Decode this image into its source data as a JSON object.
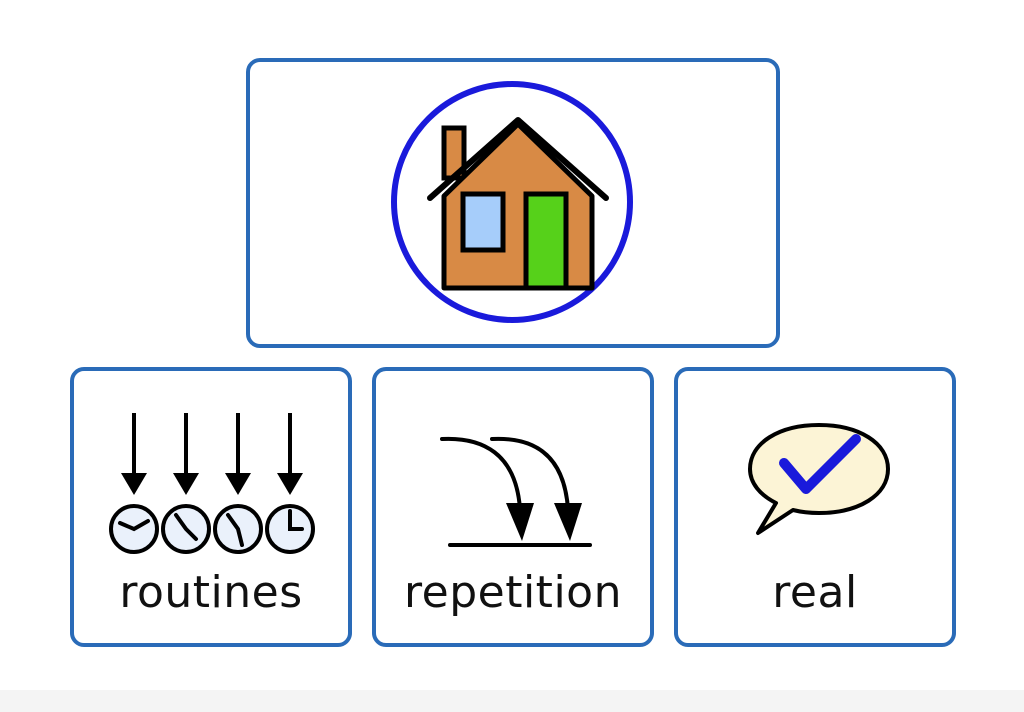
{
  "cards": [
    {
      "label": "routines",
      "icon": "clocks-routine-icon"
    },
    {
      "label": "repetition",
      "icon": "repeat-arrows-icon"
    },
    {
      "label": "real",
      "icon": "speech-bubble-check-icon"
    }
  ],
  "home": {
    "icon": "house-icon"
  },
  "colors": {
    "border": "#2a6bb8",
    "house_body": "#d88a45",
    "door": "#56d11a",
    "window": "#a6cdfa",
    "ring": "#1a1adb",
    "check": "#1a1adb",
    "bubble": "#fcf4d6"
  }
}
